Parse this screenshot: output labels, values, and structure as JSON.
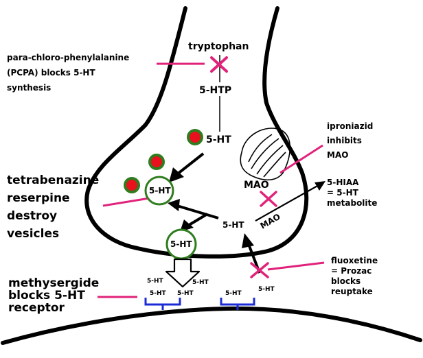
{
  "labels": {
    "tryptophan": "tryptophan",
    "pcpa": [
      "para-chloro-phenylalanine",
      "(PCPA) blocks 5-HT",
      "synthesis"
    ],
    "htp": "5-HTP",
    "ht_main": "5-HT",
    "iproniazid": [
      "iproniazid",
      "inhibits",
      "MAO"
    ],
    "mao_top": "MAO",
    "mao_arrow": "MAO",
    "hiaa": [
      "5-HIAA",
      "= 5-HT",
      "metabolite"
    ],
    "tetrabenazine": [
      "tetrabenazine",
      "reserpine",
      "destroy",
      "vesicles"
    ],
    "vesicle_upper": "5-HT",
    "vesicle_lower": "5-HT",
    "ht_free": "5-HT",
    "fluoxetine": [
      "fluoxetine",
      "= Prozac",
      "blocks",
      "reuptake"
    ],
    "methysergide": [
      "methysergide",
      "blocks 5-HT",
      "receptor"
    ],
    "cleft_ht_1": "5-HT",
    "cleft_ht_2": "5-HT",
    "cleft_ht_3": "5-HT",
    "receptor_left": "5-HT",
    "receptor_right": "5-HT",
    "reuptake_ht": "5-HT"
  },
  "colors": {
    "line": "#000000",
    "block": "#e0227a",
    "vesicle_ring": "#2e7d1e",
    "vesicle_fill": "#e8121e",
    "receptor": "#1a2bd6"
  }
}
